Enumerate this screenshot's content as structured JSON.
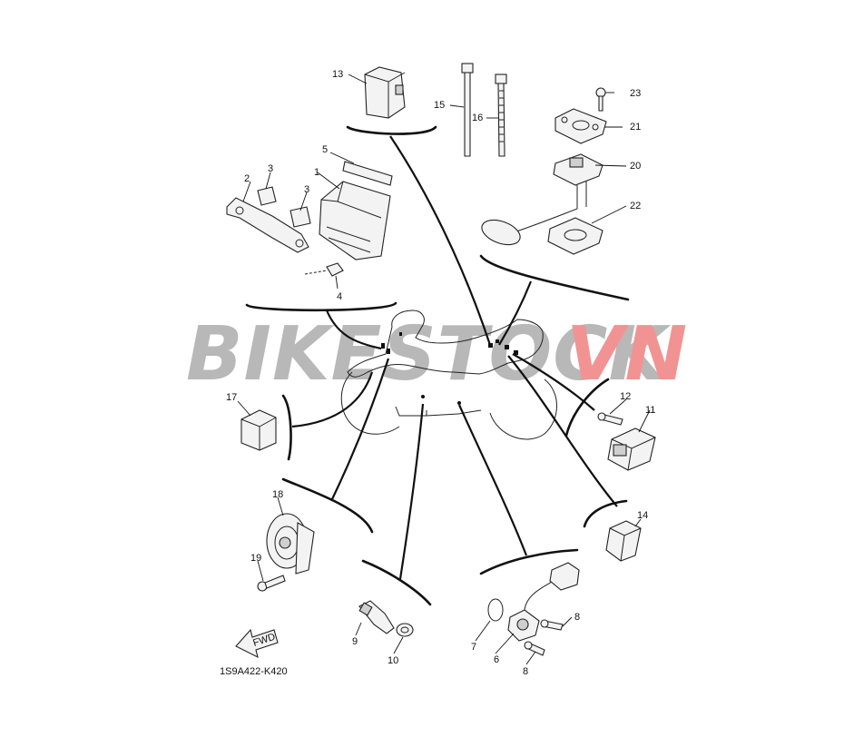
{
  "watermark": {
    "text_main": "BIKESTOCK",
    "text_accent": "VN",
    "color_main": "#b5b5b5",
    "color_accent": "#f08080"
  },
  "diagram_code": "1S9A422-K420",
  "fwd_label": "FWD",
  "callouts": {
    "c1": "1",
    "c2": "2",
    "c3a": "3",
    "c3b": "3",
    "c4": "4",
    "c5": "5",
    "c6": "6",
    "c7": "7",
    "c8a": "8",
    "c8b": "8",
    "c9": "9",
    "c10": "10",
    "c11": "11",
    "c12": "12",
    "c13": "13",
    "c14": "14",
    "c15": "15",
    "c16": "16",
    "c17": "17",
    "c18": "18",
    "c19": "19",
    "c20": "20",
    "c21": "21",
    "c22": "22",
    "c23": "23"
  }
}
